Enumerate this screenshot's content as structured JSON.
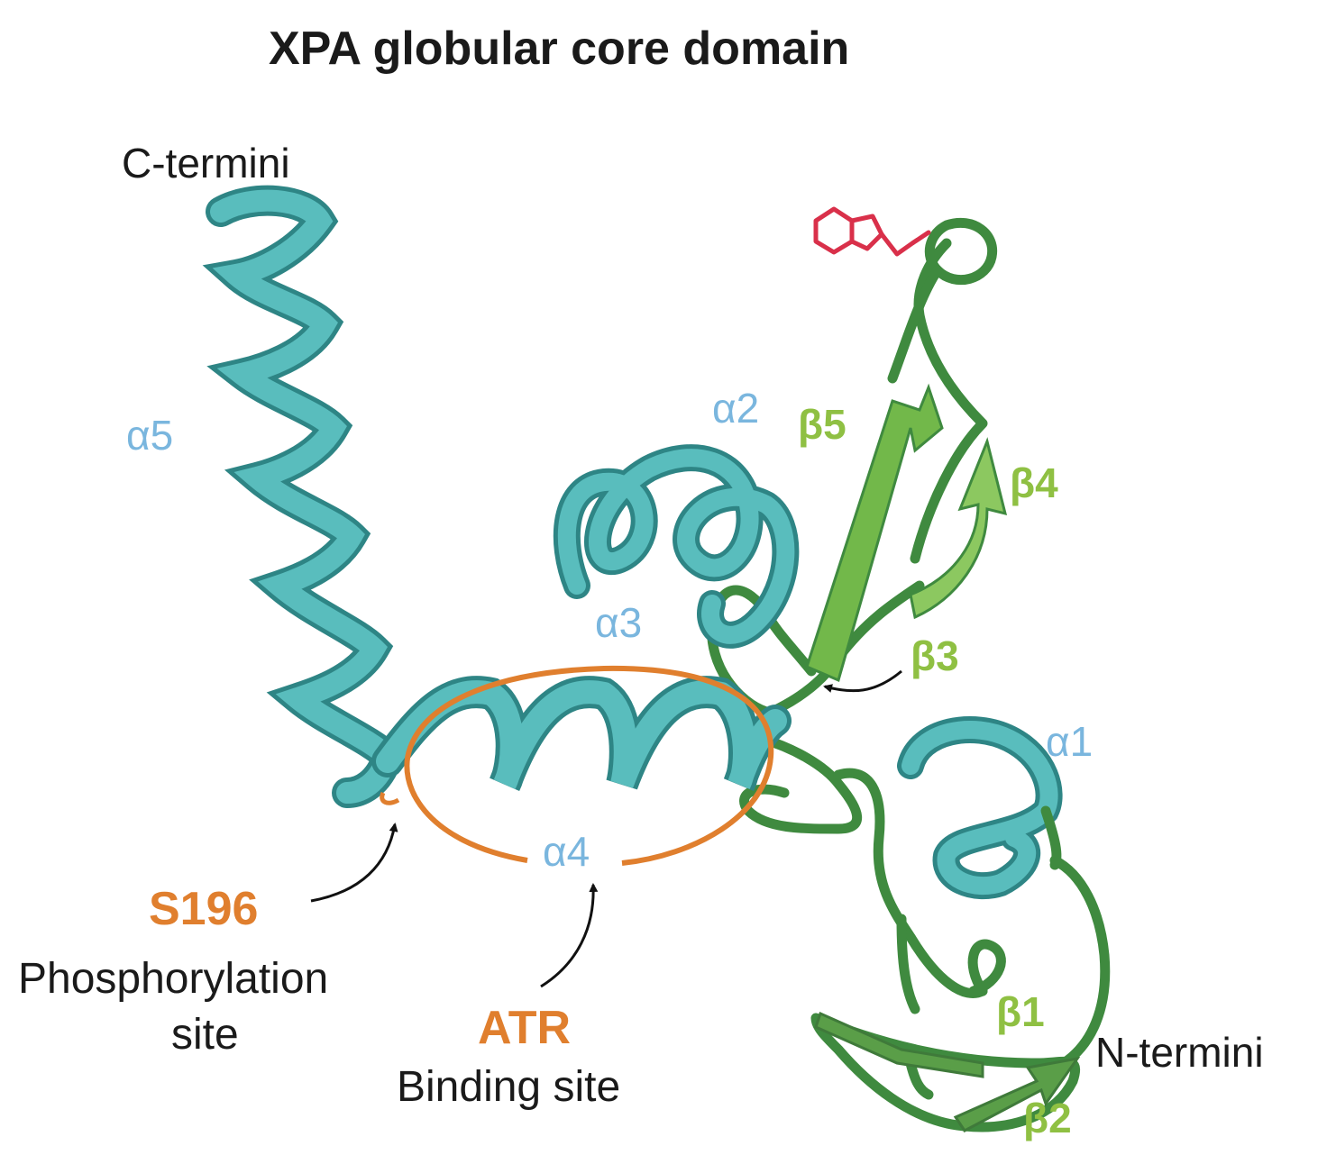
{
  "title": "XPA globular core domain",
  "termini": {
    "c": "C-termini",
    "n": "N-termini"
  },
  "helices": [
    "α1",
    "α2",
    "α3",
    "α4",
    "α5"
  ],
  "strands": [
    "β1",
    "β2",
    "β3",
    "β4",
    "β5"
  ],
  "sites": {
    "phospho": {
      "residue": "S196",
      "line1": "Phosphorylation",
      "line2": "site"
    },
    "atr": {
      "name": "ATR",
      "line1": "Binding site"
    }
  },
  "colors": {
    "helix": "#4fb3b3",
    "helix_dark": "#2e8585",
    "strand": "#72b84a",
    "strand_dark": "#3f8a3f",
    "helix_label": "#7ab6de",
    "strand_label": "#8fc043",
    "site": "#e07f2e",
    "ligand": "#d9304a"
  }
}
